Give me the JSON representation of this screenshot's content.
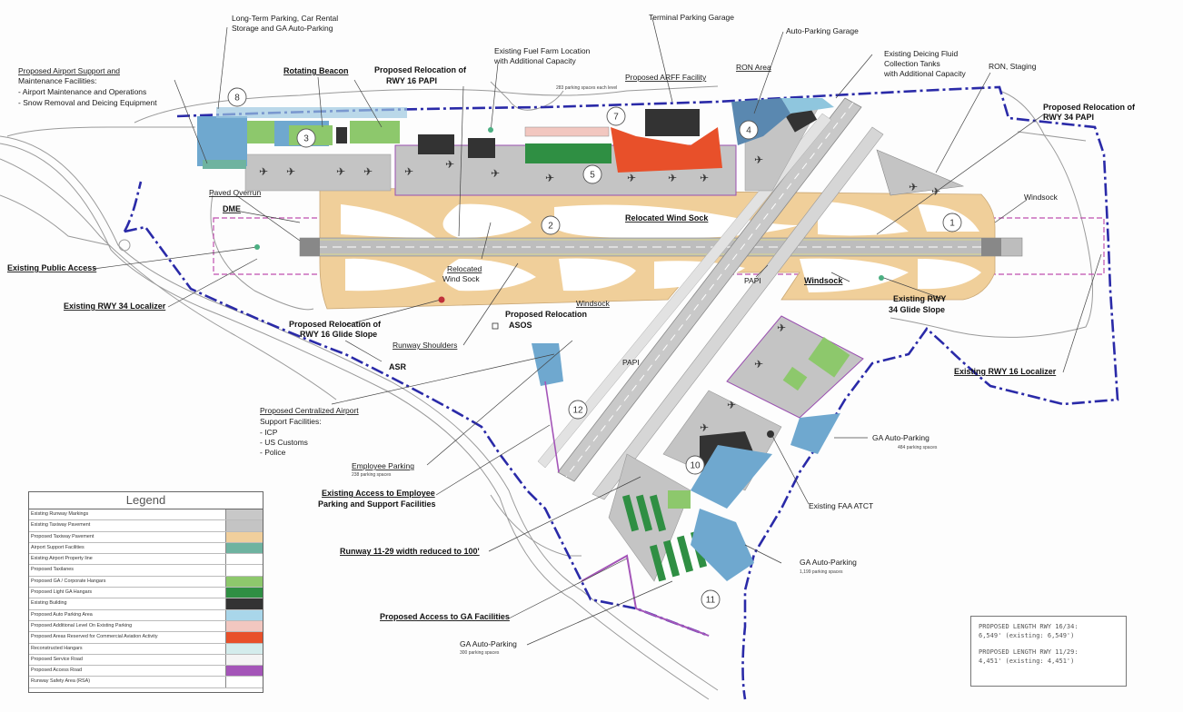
{
  "labels": {
    "long_term_parking": [
      "Long-Term Parking, Car Rental",
      "Storage and GA Auto-Parking"
    ],
    "terminal_garage": "Terminal Parking Garage",
    "auto_parking_garage": "Auto-Parking Garage",
    "deicing": [
      "Existing Deicing Fluid",
      "Collection Tanks",
      "with Additional Capacity"
    ],
    "ron_staging": "RON, Staging",
    "fuel_farm": [
      "Existing Fuel Farm Location",
      "with Additional Capacity"
    ],
    "support_title": "Proposed Airport Support and",
    "support_lines": [
      "Maintenance Facilities:",
      "- Airport Maintenance and Operations",
      "- Snow Removal and Deicing Equipment"
    ],
    "rotating_beacon": "Rotating Beacon",
    "papi16": [
      "Proposed Relocation of",
      "RWY 16 PAPI"
    ],
    "arff": "Proposed ARFF Facility",
    "ron_area": "RON Area",
    "papi34": [
      "Proposed Relocation of",
      "RWY 34 PAPI"
    ],
    "paved_overrun": "Paved Overrun",
    "dme": "DME",
    "windsock_e": "Windsock",
    "relocated_wind_sock": "Relocated Wind Sock",
    "existing_public_access": "Existing Public Access",
    "rwy34_localizer": "Existing RWY 34 Localizer",
    "relocated_wind_sock_2": [
      "Relocated",
      "Wind Sock"
    ],
    "papi_c": "PAPI",
    "windsock_c": "Windsock",
    "rwy34_glide": [
      "Existing RWY",
      "34 Glide Slope"
    ],
    "rwy16_glide": [
      "Proposed Relocation of",
      "RWY 16 Glide Slope"
    ],
    "asos": [
      "Proposed Relocation",
      "ASOS"
    ],
    "windsock_s": "Windsock",
    "runway_shoulders": "Runway Shoulders",
    "asr": "ASR",
    "papi_s": "PAPI",
    "rwy16_localizer": "Existing RWY 16 Localizer",
    "centralized_title": "Proposed Centralized Airport",
    "centralized_lines": [
      "Support Facilities:",
      "- ICP",
      "- US Customs",
      "- Police"
    ],
    "employee_parking": "Employee Parking",
    "employee_parking_spaces": "238 parking spaces",
    "access_employees": [
      "Existing Access to Employee",
      "Parking and Support Facilities"
    ],
    "ga_auto_parking_1": "GA Auto-Parking",
    "ga_auto_parking_1_spaces": "484 parking spaces",
    "existing_faa_atct": "Existing FAA ATCT",
    "runway_width": "Runway 11-29 width reduced to 100'",
    "ga_auto_parking_2": "GA Auto-Parking",
    "ga_auto_parking_2_spaces": "1,199 parking spaces",
    "access_ga": "Proposed Access to GA Facilities",
    "ga_auto_parking_3": "GA Auto-Parking",
    "ga_auto_parking_3_spaces": "300 parking spaces",
    "ars_spaces": "283 parking spaces each level"
  },
  "callouts": [
    "1",
    "2",
    "3",
    "4",
    "5",
    "7",
    "8",
    "10",
    "11",
    "12"
  ],
  "legend": {
    "title": "Legend",
    "items": [
      {
        "label": "Existing Runway Markings",
        "color": "#c8c8c8"
      },
      {
        "label": "Existing Taxiway Pavement",
        "color": "#c4c4c4"
      },
      {
        "label": "Proposed Taxiway Pavement",
        "color": "#f1cf9c"
      },
      {
        "label": "Airport Support Facilities",
        "color": "#6fb3a0"
      },
      {
        "label": "Existing Airport Property line",
        "color": "#ffffff"
      },
      {
        "label": "Proposed Taxilanes",
        "color": "#ffffff"
      },
      {
        "label": "Proposed GA / Corporate Hangars",
        "color": "#8dc86c"
      },
      {
        "label": "Proposed Light GA Hangars",
        "color": "#2f8f43"
      },
      {
        "label": "Existing Building",
        "color": "#333333"
      },
      {
        "label": "Proposed Auto Parking Area",
        "color": "#a9d6ea"
      },
      {
        "label": "Proposed Additional Level On Existing Parking",
        "color": "#f2c7c0"
      },
      {
        "label": "Proposed Areas Reserved for Commercial Aviation Activity",
        "color": "#e8502a"
      },
      {
        "label": "Reconstructed Hangars",
        "color": "#d4ecec"
      },
      {
        "label": "Proposed Service Road",
        "color": "#f4f4f4"
      },
      {
        "label": "Proposed Access Road",
        "color": "#a455b8"
      },
      {
        "label": "Runway Safety Area (RSA)",
        "color": "#ffffff"
      }
    ]
  },
  "length_box": {
    "line1": "PROPOSED LENGTH RWY 16/34:",
    "line2": "6,549' (existing: 6,549')",
    "line3": "PROPOSED LENGTH RWY 11/29:",
    "line4": "4,451' (existing: 4,451')"
  },
  "colors": {
    "boundary": "#2a2aa8",
    "taxiway": "#f0cf9a",
    "runway": "#bdbdbd",
    "rsa": "#c04fb0",
    "access_road": "#a455b8",
    "commercial": "#e8502a",
    "parking": "#5fa9d2",
    "light_hangar": "#2f8f43",
    "corp_hangar": "#8dc86c",
    "building": "#333333",
    "support": "#6fb3a0"
  }
}
